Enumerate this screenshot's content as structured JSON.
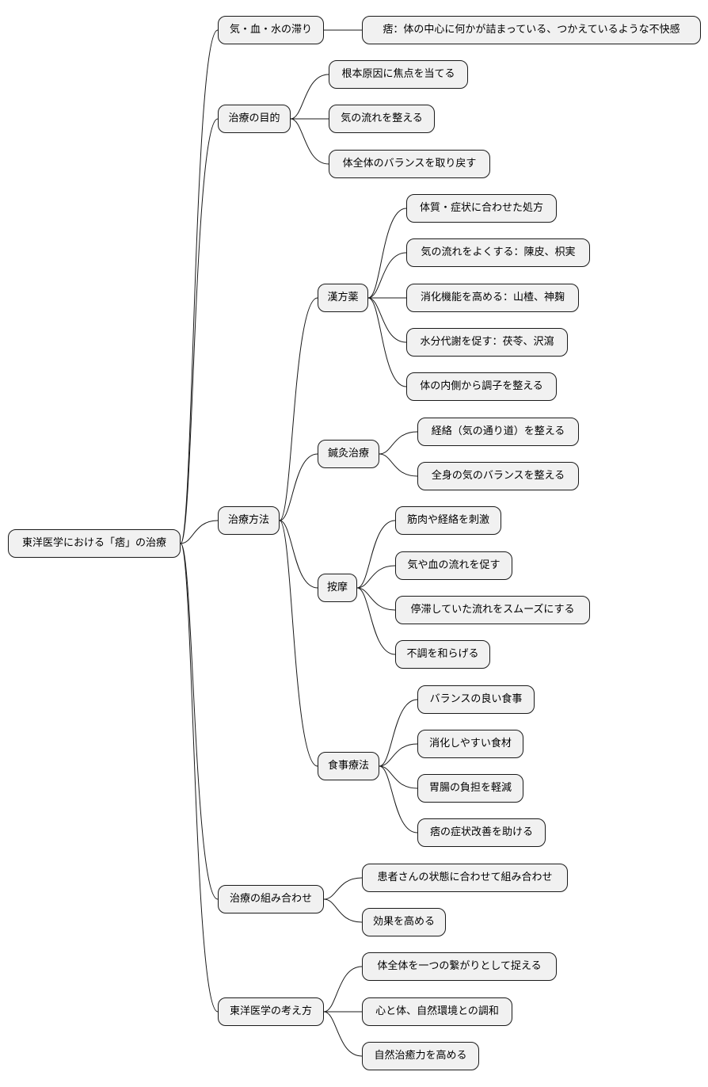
{
  "root": {
    "label": "東洋医学における「痞」の治療"
  },
  "branches": {
    "qi": {
      "label": "気・血・水の滞り",
      "children": [
        "痞：体の中心に何かが詰まっている、つかえているような不快感"
      ]
    },
    "purpose": {
      "label": "治療の目的",
      "children": [
        "根本原因に焦点を当てる",
        "気の流れを整える",
        "体全体のバランスを取り戻す"
      ]
    },
    "methods": {
      "label": "治療方法",
      "kampo": {
        "label": "漢方薬",
        "children": [
          "体質・症状に合わせた処方",
          "気の流れをよくする：陳皮、枳実",
          "消化機能を高める：山楂、神麹",
          "水分代謝を促す：茯苓、沢瀉",
          "体の内側から調子を整える"
        ]
      },
      "acu": {
        "label": "鍼灸治療",
        "children": [
          "経絡（気の通り道）を整える",
          "全身の気のバランスを整える"
        ]
      },
      "massage": {
        "label": "按摩",
        "children": [
          "筋肉や経絡を刺激",
          "気や血の流れを促す",
          "停滞していた流れをスムーズにする",
          "不調を和らげる"
        ]
      },
      "diet": {
        "label": "食事療法",
        "children": [
          "バランスの良い食事",
          "消化しやすい食材",
          "胃腸の負担を軽減",
          "痞の症状改善を助ける"
        ]
      }
    },
    "combo": {
      "label": "治療の組み合わせ",
      "children": [
        "患者さんの状態に合わせて組み合わせ",
        "効果を高める"
      ]
    },
    "thinking": {
      "label": "東洋医学の考え方",
      "children": [
        "体全体を一つの繋がりとして捉える",
        "心と体、自然環境との調和",
        "自然治癒力を高める"
      ]
    }
  }
}
